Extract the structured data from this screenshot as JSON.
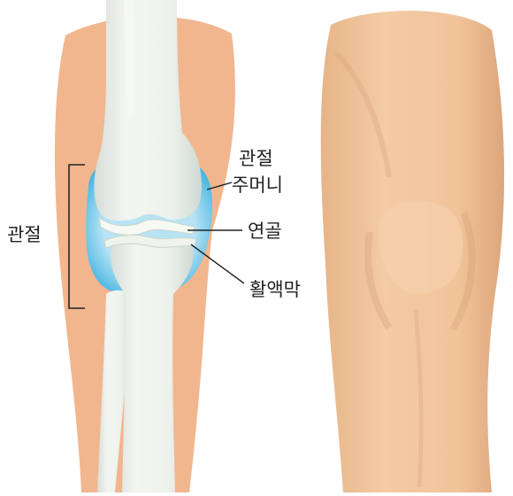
{
  "labels": {
    "joint": "관절",
    "capsule_line1": "관절",
    "capsule_line2": "주머니",
    "cartilage": "연골",
    "synovium": "활액막"
  },
  "colors": {
    "skin_left": "#f2b68f",
    "skin_right": "#f0c39b",
    "bone": "#eef2ec",
    "bone_shade": "#d4ddd6",
    "capsule": "#5bc0e6",
    "capsule_light": "#a6dcf2",
    "cartilage": "#f4f7f0",
    "line": "#222222"
  }
}
